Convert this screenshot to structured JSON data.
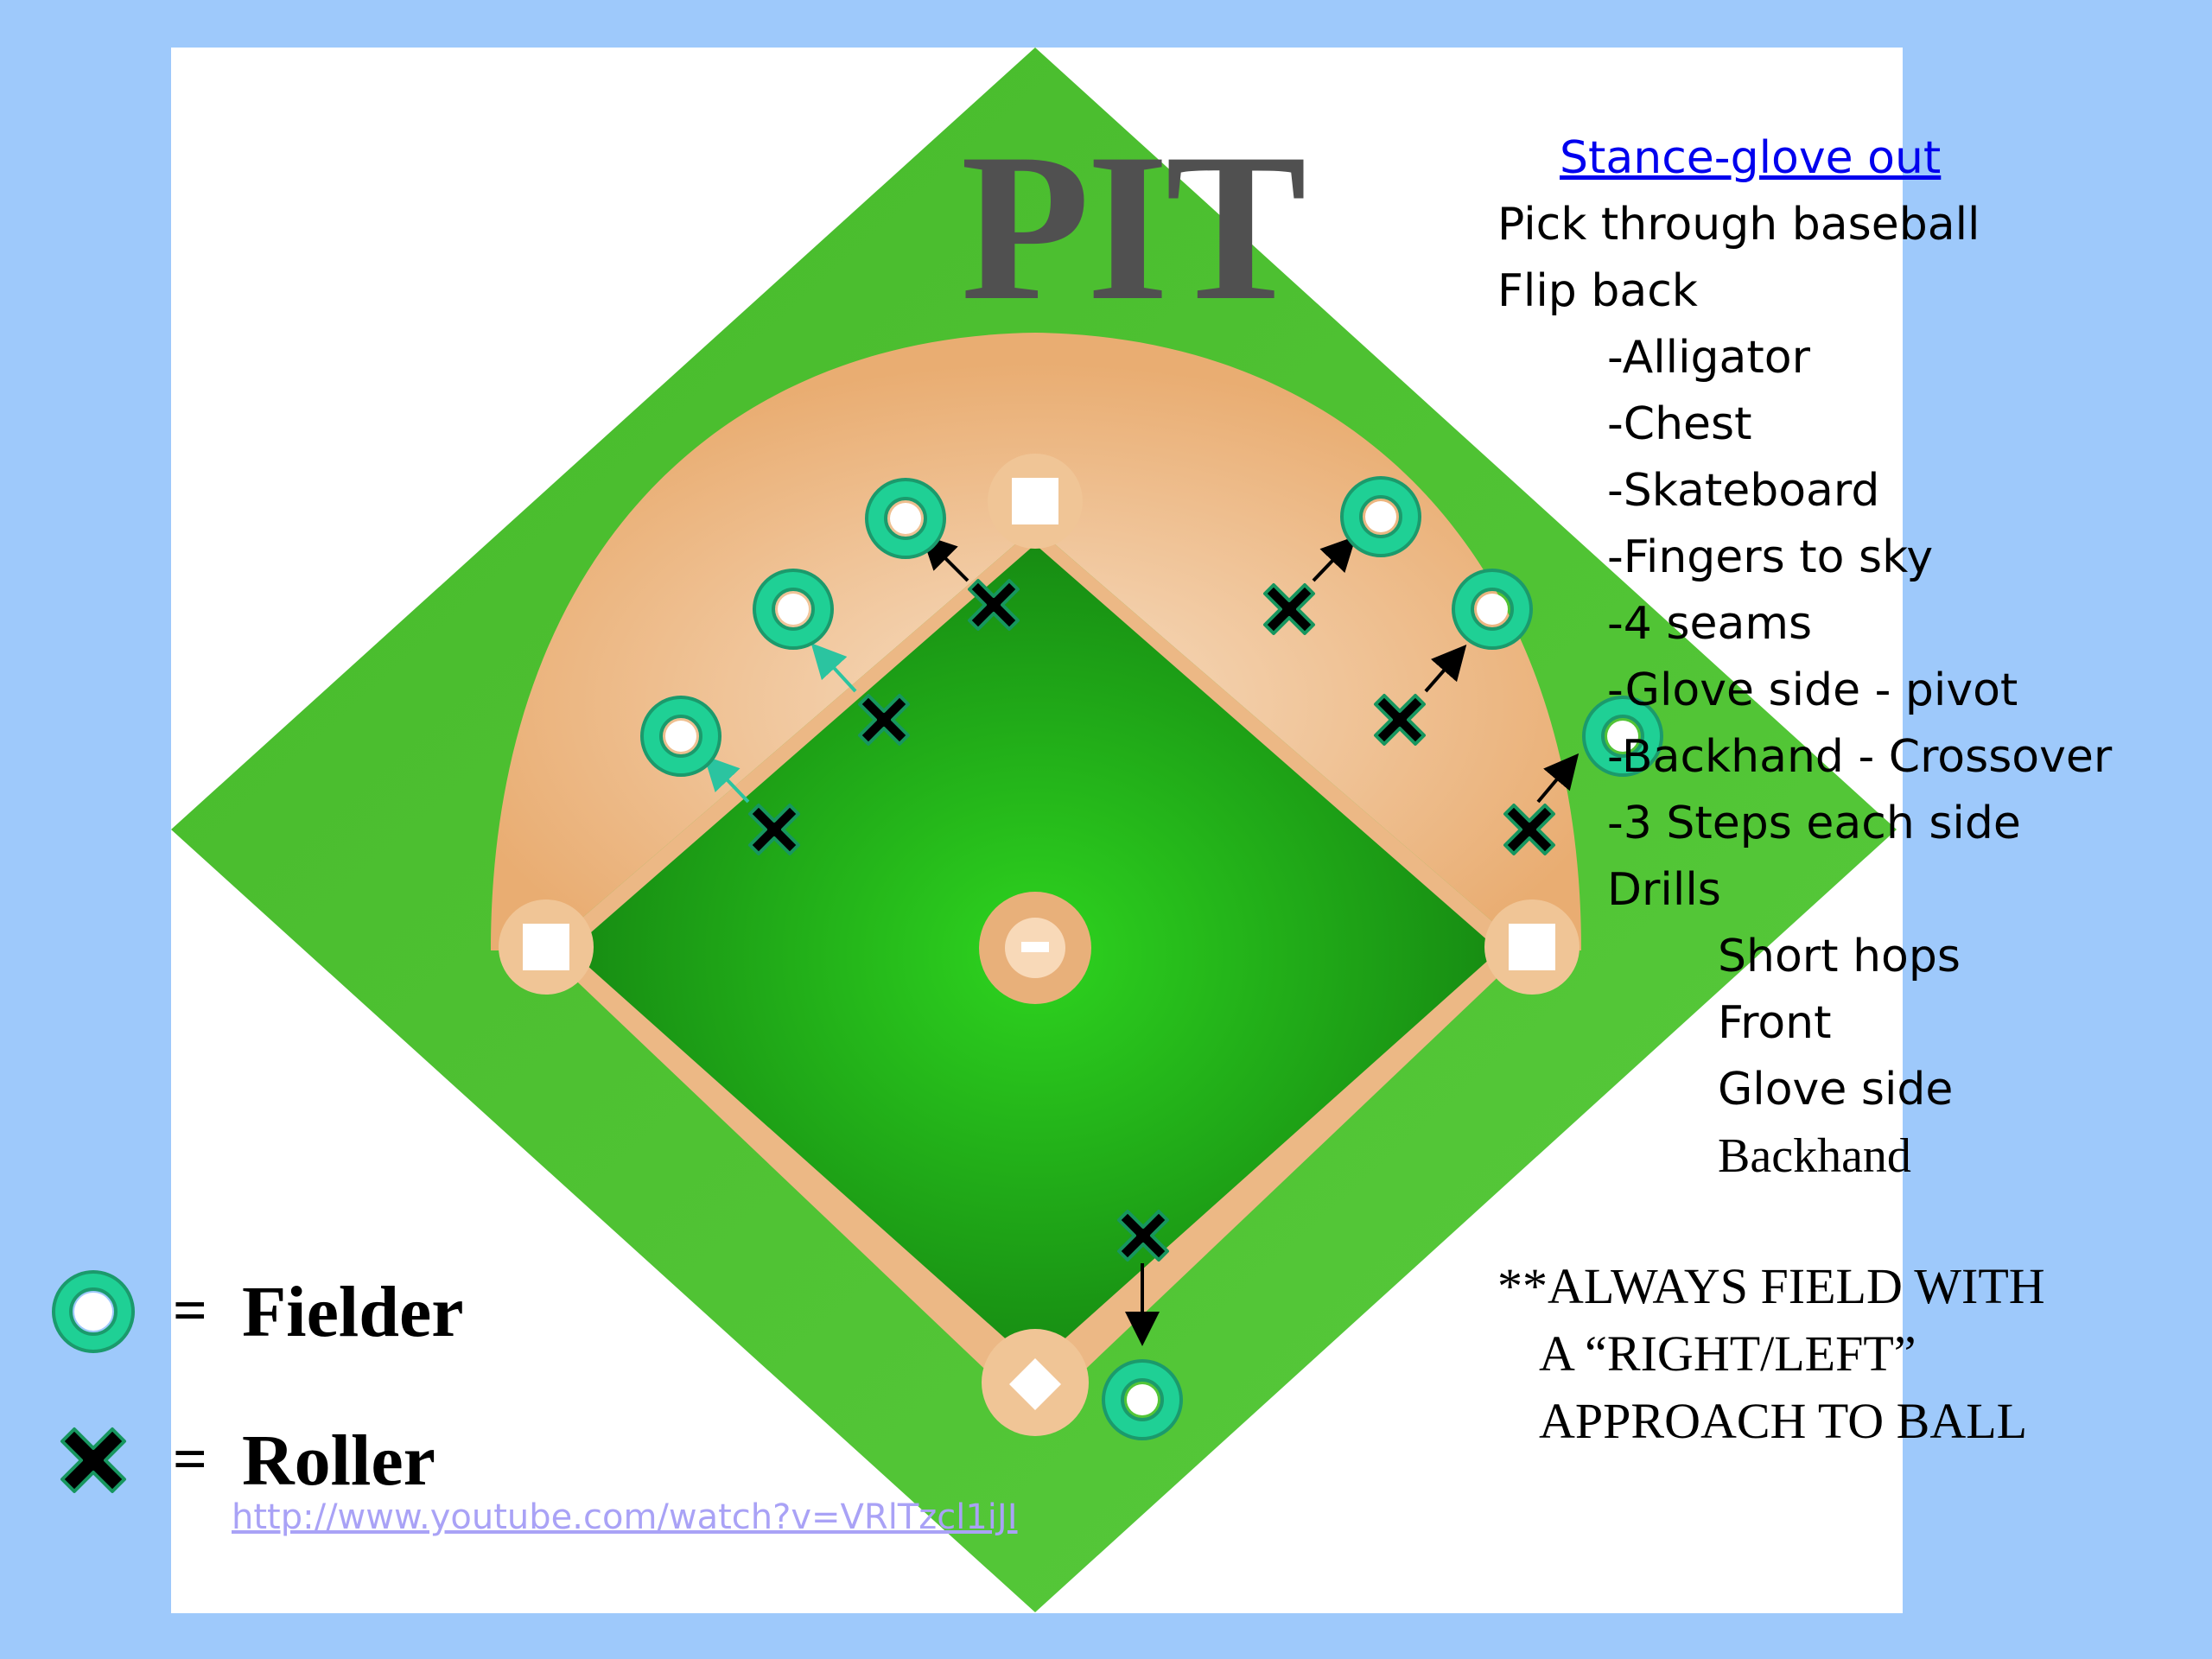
{
  "title": "PIT",
  "notes": {
    "heading": "Stance-glove out",
    "line1": "Pick through baseball",
    "line2": "Flip back",
    "sub_items": [
      "-Alligator",
      "-Chest",
      "-Skateboard",
      "-Fingers to sky",
      "-4 seams",
      "-Glove side - pivot",
      "-Backhand - Crossover",
      "-3 Steps each side"
    ],
    "drills_heading": "Drills",
    "drills": [
      "Short hops",
      "Front",
      "Glove side",
      "Backhand"
    ]
  },
  "reminder": [
    "**ALWAYS FIELD WITH",
    "A “RIGHT/LEFT”",
    "APPROACH TO BALL"
  ],
  "legend": {
    "fielder": {
      "symbol": "=",
      "label": "Fielder",
      "icon": "fielder-circle-icon"
    },
    "roller": {
      "symbol": "=",
      "label": "Roller",
      "icon": "roller-x-icon"
    }
  },
  "link": "http://www.youtube.com/watch?v=VRlTzcl1iJI",
  "colors": {
    "background": "#9ec9fb",
    "field_outer": "#4cbe2e",
    "infield_grass": "#1ba612",
    "dirt": "#ecb885",
    "fielder_ring": "#18c68e",
    "roller": "#000000",
    "link": "#0000ee",
    "title": "#505050"
  }
}
